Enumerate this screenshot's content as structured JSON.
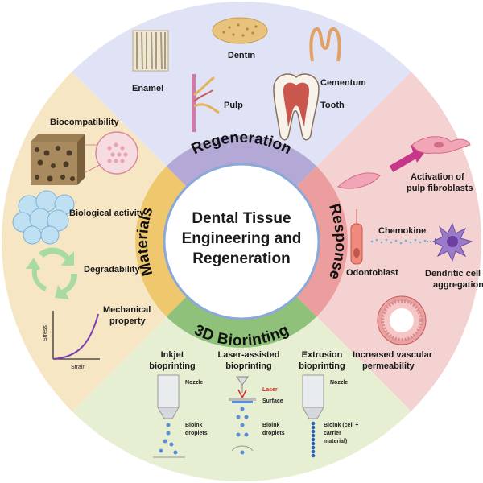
{
  "center": {
    "line1": "Dental Tissue",
    "line2": "Engineering and",
    "line3": "Regeneration"
  },
  "ring": {
    "top": "Regeneration",
    "right": "Response",
    "bottom": "3D Biorinting",
    "left": "Materials"
  },
  "regeneration": {
    "dentin": "Dentin",
    "enamel": "Enamel",
    "cementum": "Cementum",
    "pulp": "Pulp",
    "tooth": "Tooth"
  },
  "response": {
    "activation_1": "Activation of",
    "activation_2": "pulp fibroblasts",
    "chemokine": "Chemokine",
    "odontoblast": "Odontoblast",
    "dendritic_1": "Dendritic cell",
    "dendritic_2": "aggregation",
    "vascular_1": "Increased vascular",
    "vascular_2": "permeability"
  },
  "materials": {
    "biocompatibility": "Biocompatibility",
    "biological_activity": "Biological activity",
    "degradability": "Degradability",
    "mechanical_1": "Mechanical",
    "mechanical_2": "property",
    "stress": "Stress",
    "strain": "Strain"
  },
  "bioprinting": {
    "inkjet_1": "Inkjet",
    "inkjet_2": "bioprinting",
    "laser_1": "Laser-assisted",
    "laser_2": "bioprinting",
    "extrusion_1": "Extrusion",
    "extrusion_2": "bioprinting",
    "nozzle_a": "Nozzle",
    "nozzle_b": "Nozzle",
    "laser": "Laser",
    "surface": "Surface",
    "bioink_a1": "Bioink",
    "bioink_a2": "droplets",
    "bioink_b1": "Bioink",
    "bioink_b2": "droplets",
    "bioink_c1": "Bioink (cell +",
    "bioink_c2": "carrier",
    "bioink_c3": "material)"
  },
  "colors": {
    "top_quadrant": "#dfe3f5",
    "right_quadrant": "#f4d2d2",
    "bottom_quadrant": "#e6efd2",
    "left_quadrant": "#f7e6c4",
    "ring_top": "#b4a9d6",
    "ring_right": "#ec9e9e",
    "ring_bottom": "#8fc17a",
    "ring_left": "#efc86e",
    "center_border": "#8aa9d8",
    "laser_text": "#d62b2b"
  }
}
